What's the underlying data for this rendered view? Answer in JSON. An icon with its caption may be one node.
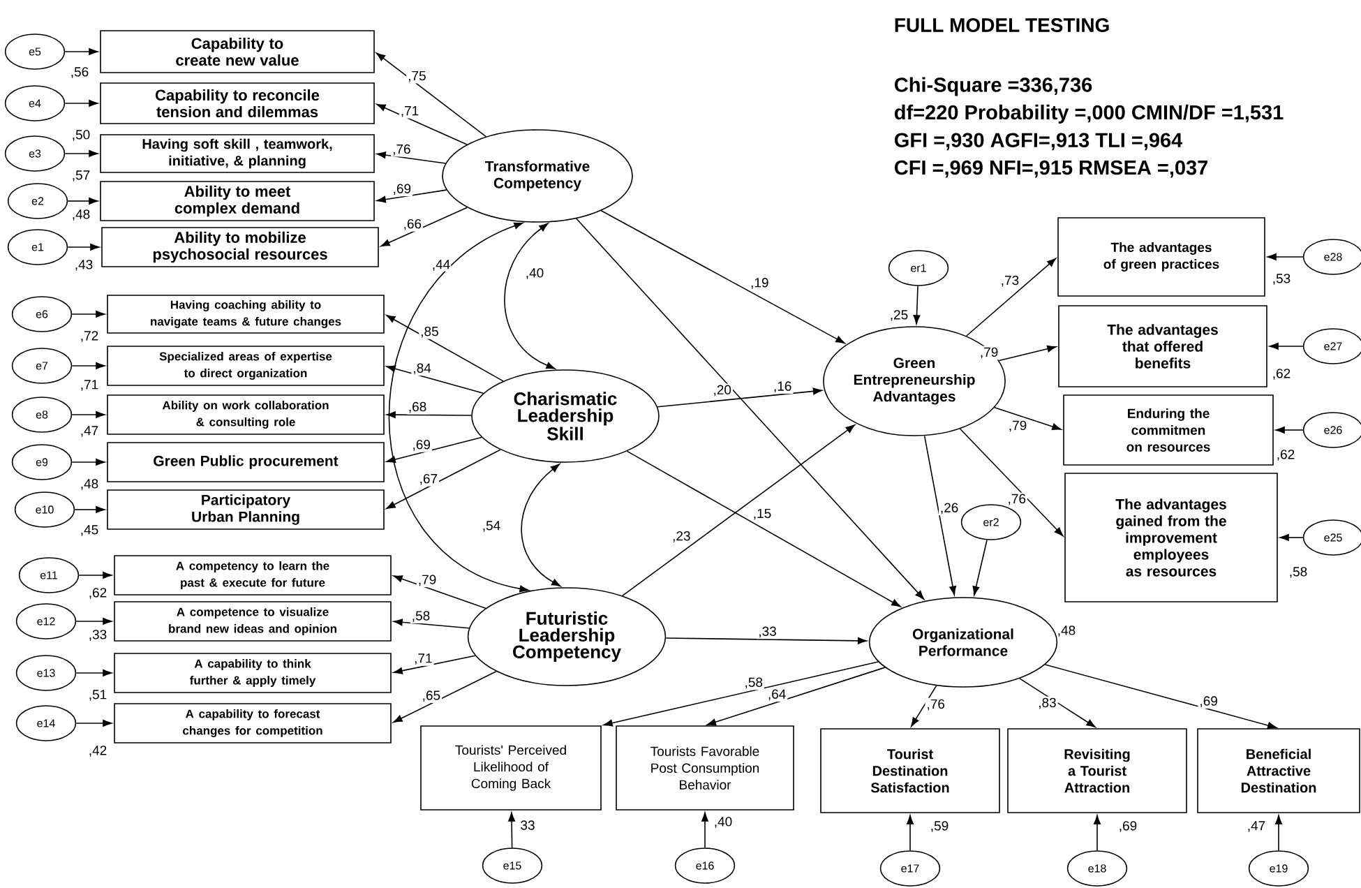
{
  "diagram": {
    "title": "FULL MODEL TESTING",
    "nodes": [
      {
        "text": [
          "Transformative Competency"
        ]
      },
      {
        "text": [
          "Charismatic Leadership Skill"
        ]
      },
      {
        "text": [
          "Futuristic Leadership Competency"
        ]
      },
      {
        "text": [
          "Green Entrepreneurship Advantages"
        ],
        "beside": [
          ",25"
        ]
      },
      {
        "text": [
          "Organizational Performance"
        ],
        "beside": [
          ",48"
        ]
      },
      {
        "text": [
          "Capability to create new value"
        ],
        "beside": [
          ",56"
        ]
      },
      {
        "text": [
          "Capability to reconcile tension and dilemmas"
        ],
        "beside": [
          ",50"
        ]
      },
      {
        "text": [
          "Having soft skill , teamwork, initiative, & planning"
        ],
        "beside": [
          ",57"
        ]
      },
      {
        "text": [
          "Ability to meet complex demand"
        ],
        "beside": [
          ",48"
        ]
      },
      {
        "text": [
          "Ability to mobilize psychosocial resources"
        ],
        "beside": [
          ",43"
        ]
      },
      {
        "text": [
          "Having coaching ability to navigate teams & future changes"
        ],
        "beside": [
          ",72"
        ]
      },
      {
        "text": [
          "Specialized areas of expertise to direct organization"
        ],
        "beside": [
          ",71"
        ]
      },
      {
        "text": [
          "Ability on work collaboration & consulting role"
        ],
        "beside": [
          ",47"
        ]
      },
      {
        "text": [
          "Green Public procurement"
        ],
        "beside": [
          ",48"
        ]
      },
      {
        "text": [
          "Participatory Urban Planning"
        ],
        "beside": [
          ",45"
        ]
      },
      {
        "text": [
          "A competency to learn the past & execute for future"
        ],
        "beside": [
          ",62"
        ]
      },
      {
        "text": [
          "A competence to visualize brand new ideas and opinion"
        ],
        "beside": [
          ",33"
        ]
      },
      {
        "text": [
          "A capability to think further & apply timely"
        ],
        "beside": [
          ",51"
        ]
      },
      {
        "text": [
          "A capability to forecast changes for competition"
        ],
        "beside": [
          ",42"
        ]
      },
      {
        "text": [
          "The advantages of green practices"
        ],
        "beside": [
          ",53"
        ]
      },
      {
        "text": [
          "The advantages that offered benefits"
        ],
        "beside": [
          ",62"
        ]
      },
      {
        "text": [
          "Enduring the commitmen on resources"
        ],
        "beside": [
          ",62"
        ]
      },
      {
        "text": [
          "The advantages gained from the improvement employees as resources"
        ],
        "beside": [
          ",58"
        ]
      },
      {
        "text": [
          "Tourists' Perceived Likelihood of Coming Back"
        ],
        "beside": [
          "33"
        ]
      },
      {
        "text": [
          "Tourists Favorable Post Consumption Behavior"
        ],
        "beside": [
          ",40"
        ]
      },
      {
        "text": [
          "Tourist Destination Satisfaction"
        ],
        "beside": [
          ",59"
        ]
      },
      {
        "text": [
          "Revisiting a Tourist Attraction"
        ],
        "beside": [
          ",69"
        ]
      },
      {
        "text": [
          "Beneficial Attractive Destination"
        ],
        "beside": [
          ",47"
        ]
      },
      {
        "text": [
          "e5"
        ]
      },
      {
        "text": [
          "e4"
        ]
      },
      {
        "text": [
          "e3"
        ]
      },
      {
        "text": [
          "e2"
        ]
      },
      {
        "text": [
          "e1"
        ]
      },
      {
        "text": [
          "e6"
        ]
      },
      {
        "text": [
          "e7"
        ]
      },
      {
        "text": [
          "e8"
        ]
      },
      {
        "text": [
          "e9"
        ]
      },
      {
        "text": [
          "e10"
        ]
      },
      {
        "text": [
          "e11"
        ]
      },
      {
        "text": [
          "e12"
        ]
      },
      {
        "text": [
          "e13"
        ]
      },
      {
        "text": [
          "e14"
        ]
      },
      {
        "text": [
          "e28"
        ]
      },
      {
        "text": [
          "e27"
        ]
      },
      {
        "text": [
          "e26"
        ]
      },
      {
        "text": [
          "e25"
        ]
      },
      {
        "text": [
          "e15"
        ]
      },
      {
        "text": [
          "e16"
        ]
      },
      {
        "text": [
          "e17"
        ]
      },
      {
        "text": [
          "e18"
        ]
      },
      {
        "text": [
          "e19"
        ]
      },
      {
        "text": [
          "er1"
        ]
      },
      {
        "text": [
          "er2"
        ]
      }
    ],
    "edges": [
      {
        "from": 0,
        "to": 5,
        "arrow": "to",
        "label": ",75"
      },
      {
        "from": 0,
        "to": 6,
        "arrow": "to",
        "label": ",71"
      },
      {
        "from": 0,
        "to": 7,
        "arrow": "to",
        "label": ",76"
      },
      {
        "from": 0,
        "to": 8,
        "arrow": "to",
        "label": ",69"
      },
      {
        "from": 0,
        "to": 9,
        "arrow": "to",
        "label": ",66"
      },
      {
        "from": 1,
        "to": 10,
        "arrow": "to",
        "label": ",85"
      },
      {
        "from": 1,
        "to": 11,
        "arrow": "to",
        "label": ",84"
      },
      {
        "from": 1,
        "to": 12,
        "arrow": "to",
        "label": ",68"
      },
      {
        "from": 1,
        "to": 13,
        "arrow": "to",
        "label": ",69"
      },
      {
        "from": 1,
        "to": 14,
        "arrow": "to",
        "label": ",67"
      },
      {
        "from": 2,
        "to": 15,
        "arrow": "to",
        "label": ",79"
      },
      {
        "from": 2,
        "to": 16,
        "arrow": "to",
        "label": ",58"
      },
      {
        "from": 2,
        "to": 17,
        "arrow": "to",
        "label": ",71"
      },
      {
        "from": 2,
        "to": 18,
        "arrow": "to",
        "label": ",65"
      },
      {
        "from": 3,
        "to": 19,
        "arrow": "to",
        "label": ",73"
      },
      {
        "from": 3,
        "to": 20,
        "arrow": "to",
        "label": ",79"
      },
      {
        "from": 3,
        "to": 21,
        "arrow": "to",
        "label": ",79"
      },
      {
        "from": 3,
        "to": 22,
        "arrow": "to",
        "label": ",76"
      },
      {
        "from": 4,
        "to": 23,
        "arrow": "to",
        "label": ",58"
      },
      {
        "from": 4,
        "to": 24,
        "arrow": "to",
        "label": ",64"
      },
      {
        "from": 4,
        "to": 25,
        "arrow": "to",
        "label": ",76"
      },
      {
        "from": 4,
        "to": 26,
        "arrow": "to",
        "label": ",83"
      },
      {
        "from": 4,
        "to": 27,
        "arrow": "to",
        "label": ",69"
      },
      {
        "from": 28,
        "to": 5,
        "arrow": "to"
      },
      {
        "from": 29,
        "to": 6,
        "arrow": "to"
      },
      {
        "from": 30,
        "to": 7,
        "arrow": "to"
      },
      {
        "from": 31,
        "to": 8,
        "arrow": "to"
      },
      {
        "from": 32,
        "to": 9,
        "arrow": "to"
      },
      {
        "from": 33,
        "to": 10,
        "arrow": "to"
      },
      {
        "from": 34,
        "to": 11,
        "arrow": "to"
      },
      {
        "from": 35,
        "to": 12,
        "arrow": "to"
      },
      {
        "from": 36,
        "to": 13,
        "arrow": "to"
      },
      {
        "from": 37,
        "to": 14,
        "arrow": "to"
      },
      {
        "from": 38,
        "to": 15,
        "arrow": "to"
      },
      {
        "from": 39,
        "to": 16,
        "arrow": "to"
      },
      {
        "from": 40,
        "to": 17,
        "arrow": "to"
      },
      {
        "from": 41,
        "to": 18,
        "arrow": "to"
      },
      {
        "from": 42,
        "to": 19,
        "arrow": "to"
      },
      {
        "from": 43,
        "to": 20,
        "arrow": "to"
      },
      {
        "from": 44,
        "to": 21,
        "arrow": "to"
      },
      {
        "from": 45,
        "to": 22,
        "arrow": "to"
      },
      {
        "from": 46,
        "to": 23,
        "arrow": "to"
      },
      {
        "from": 47,
        "to": 24,
        "arrow": "to"
      },
      {
        "from": 48,
        "to": 25,
        "arrow": "to"
      },
      {
        "from": 49,
        "to": 26,
        "arrow": "to"
      },
      {
        "from": 50,
        "to": 27,
        "arrow": "to"
      },
      {
        "from": 51,
        "to": 3,
        "arrow": "to"
      },
      {
        "from": 52,
        "to": 4,
        "arrow": "to"
      },
      {
        "from": 0,
        "to": 3,
        "arrow": "to",
        "label": ",19"
      },
      {
        "from": 0,
        "to": 4,
        "arrow": "to",
        "label": ",20"
      },
      {
        "from": 1,
        "to": 3,
        "arrow": "to",
        "label": ",16"
      },
      {
        "from": 1,
        "to": 4,
        "arrow": "to",
        "label": ",15"
      },
      {
        "from": 2,
        "to": 3,
        "arrow": "to",
        "label": ",23"
      },
      {
        "from": 2,
        "to": 4,
        "arrow": "to",
        "label": ",33"
      },
      {
        "from": 3,
        "to": 4,
        "arrow": "to",
        "label": ",26"
      },
      {
        "from": 0,
        "to": 1,
        "arrow": "both",
        "label": ",40"
      },
      {
        "from": 0,
        "to": 2,
        "arrow": "both",
        "label": ",44"
      },
      {
        "from": 1,
        "to": 2,
        "arrow": "both",
        "label": ",54"
      }
    ],
    "labels": [
      "Chi-Square =336,736",
      "df=220 Probability =,000 CMIN/DF =1,531",
      "GFI =,930 AGFI=,913 TLI =,964",
      "CFI =,969 NFI=,915 RMSEA =,037"
    ]
  }
}
